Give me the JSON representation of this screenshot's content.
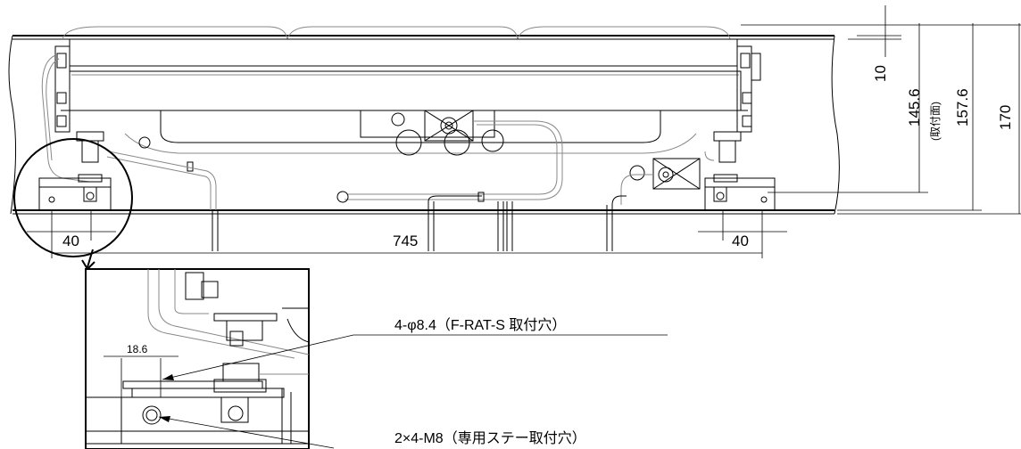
{
  "dimensions": {
    "left_pad_width": "40",
    "right_pad_width": "40",
    "overall_length": "745",
    "height_10": "10",
    "height_145_6": "145.6",
    "mounting_surface_note": "(取付面)",
    "height_157_6": "157.6",
    "height_170": "170",
    "detail_offset": "18.6"
  },
  "callouts": {
    "mounting_holes": "4-φ8.4（F-RAT-S 取付穴）",
    "stay_holes": "2×4-M8（専用ステー取付穴）"
  }
}
